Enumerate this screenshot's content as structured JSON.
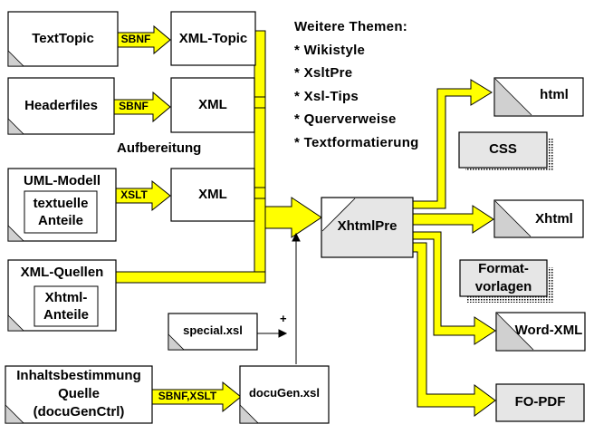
{
  "sources": {
    "texttopic": "TextTopic",
    "headerfiles": "Headerfiles",
    "uml": "UML-Modell",
    "uml_inner_line1": "textuelle",
    "uml_inner_line2": "Anteile",
    "xmlsrc": "XML-Quellen",
    "xmlsrc_inner_line1": "Xhtml-",
    "xmlsrc_inner_line2": "Anteile",
    "inhalt_line1": "Inhaltsbestimmung",
    "inhalt_line2": "Quelle",
    "inhalt_line3": "(docuGenCtrl)"
  },
  "intermediate": {
    "xmltopic": "XML-Topic",
    "xml1": "XML",
    "xml2": "XML",
    "special": "special.xsl",
    "docugen": "docuGen.xsl",
    "xhtmlpre": "XhtmlPre"
  },
  "arrows": {
    "sbnf1": "SBNF",
    "sbnf2": "SBNF",
    "xslt": "XSLT",
    "sbnf_xslt": "SBNF,XSLT"
  },
  "labels": {
    "aufbereitung": "Aufbereitung",
    "plus": "+"
  },
  "topics": {
    "heading": "Weitere Themen:",
    "items": [
      "* Wikistyle",
      "* XsltPre",
      "* Xsl-Tips",
      "* Querverweise",
      "* Textformatierung"
    ]
  },
  "outputs": {
    "html": "html",
    "css": "CSS",
    "xhtml": "Xhtml",
    "format_line1": "Format-",
    "format_line2": "vorlagen",
    "wordxml": "Word-XML",
    "fopdf": "FO-PDF"
  },
  "colors": {
    "flow_yellow": "#ffff00",
    "box_fill": "#ffffff",
    "shaded_fill": "#e6e6e6",
    "corner_gray": "#d0d0d0",
    "outline": "#000000"
  }
}
